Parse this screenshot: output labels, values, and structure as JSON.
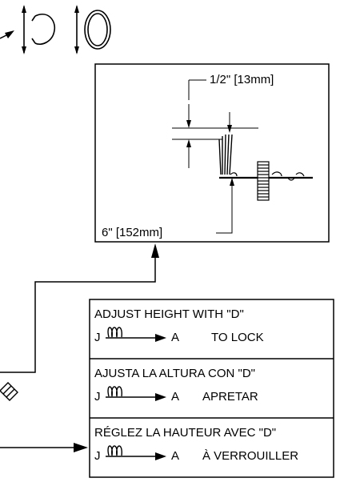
{
  "detail": {
    "top_dimension": "1/2\" [13mm]",
    "bottom_dimension": "6\" [152mm]"
  },
  "instructions": [
    {
      "heading": "ADJUST HEIGHT WITH \"D\"",
      "from": "J",
      "to": "A",
      "action": "TO LOCK"
    },
    {
      "heading": "AJUSTA LA ALTURA CON \"D\"",
      "from": "J",
      "to": "A",
      "action": "APRETAR"
    },
    {
      "heading": "RÉGLEZ LA HAUTEUR AVEC \"D\"",
      "from": "J",
      "to": "A",
      "action": "À VERROUILLER"
    }
  ]
}
